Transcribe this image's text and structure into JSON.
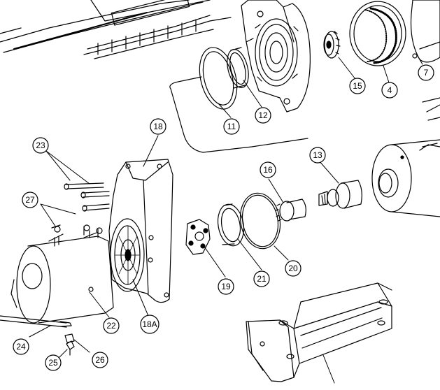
{
  "diagram": {
    "callouts": {
      "c23": "23",
      "c18": "18",
      "c27": "27",
      "c16": "16",
      "c13": "13",
      "c11": "11",
      "c12": "12",
      "c15": "15",
      "c4": "4",
      "c7": "7",
      "c19": "19",
      "c21": "21",
      "c20": "20",
      "c18A": "18A",
      "c22": "22",
      "c24": "24",
      "c25": "25",
      "c26": "26"
    }
  }
}
